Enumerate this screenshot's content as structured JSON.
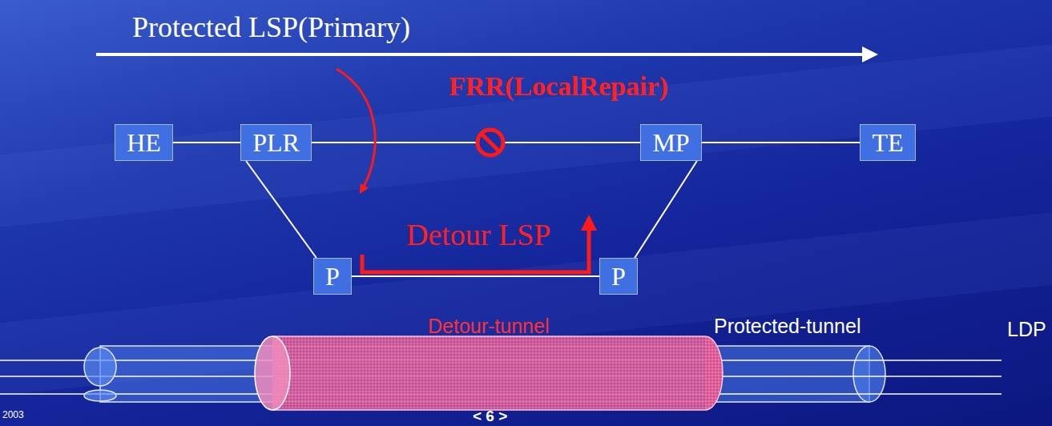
{
  "diagram": {
    "nodes": [
      {
        "text": [
          "HE"
        ]
      },
      {
        "text": [
          "PLR"
        ]
      },
      {
        "text": [
          "MP"
        ]
      },
      {
        "text": [
          "TE"
        ]
      },
      {
        "text": [
          "P"
        ]
      },
      {
        "text": [
          "P"
        ]
      }
    ],
    "edges": [
      {
        "from": 0,
        "to": 1,
        "arrow": "none"
      },
      {
        "from": 1,
        "to": 2,
        "arrow": "none"
      },
      {
        "from": 2,
        "to": 3,
        "arrow": "none"
      },
      {
        "from": 1,
        "to": 4,
        "arrow": "none"
      },
      {
        "from": 4,
        "to": 5,
        "arrow": "none"
      },
      {
        "from": 2,
        "to": 5,
        "arrow": "none"
      }
    ],
    "labels": [
      "Protected LSP(Primary)",
      "FRR(LocalRepair)",
      "Detour LSP",
      "Detour-tunnel",
      "Protected-tunnel",
      "LDP",
      "2003",
      "< 6 >"
    ]
  }
}
